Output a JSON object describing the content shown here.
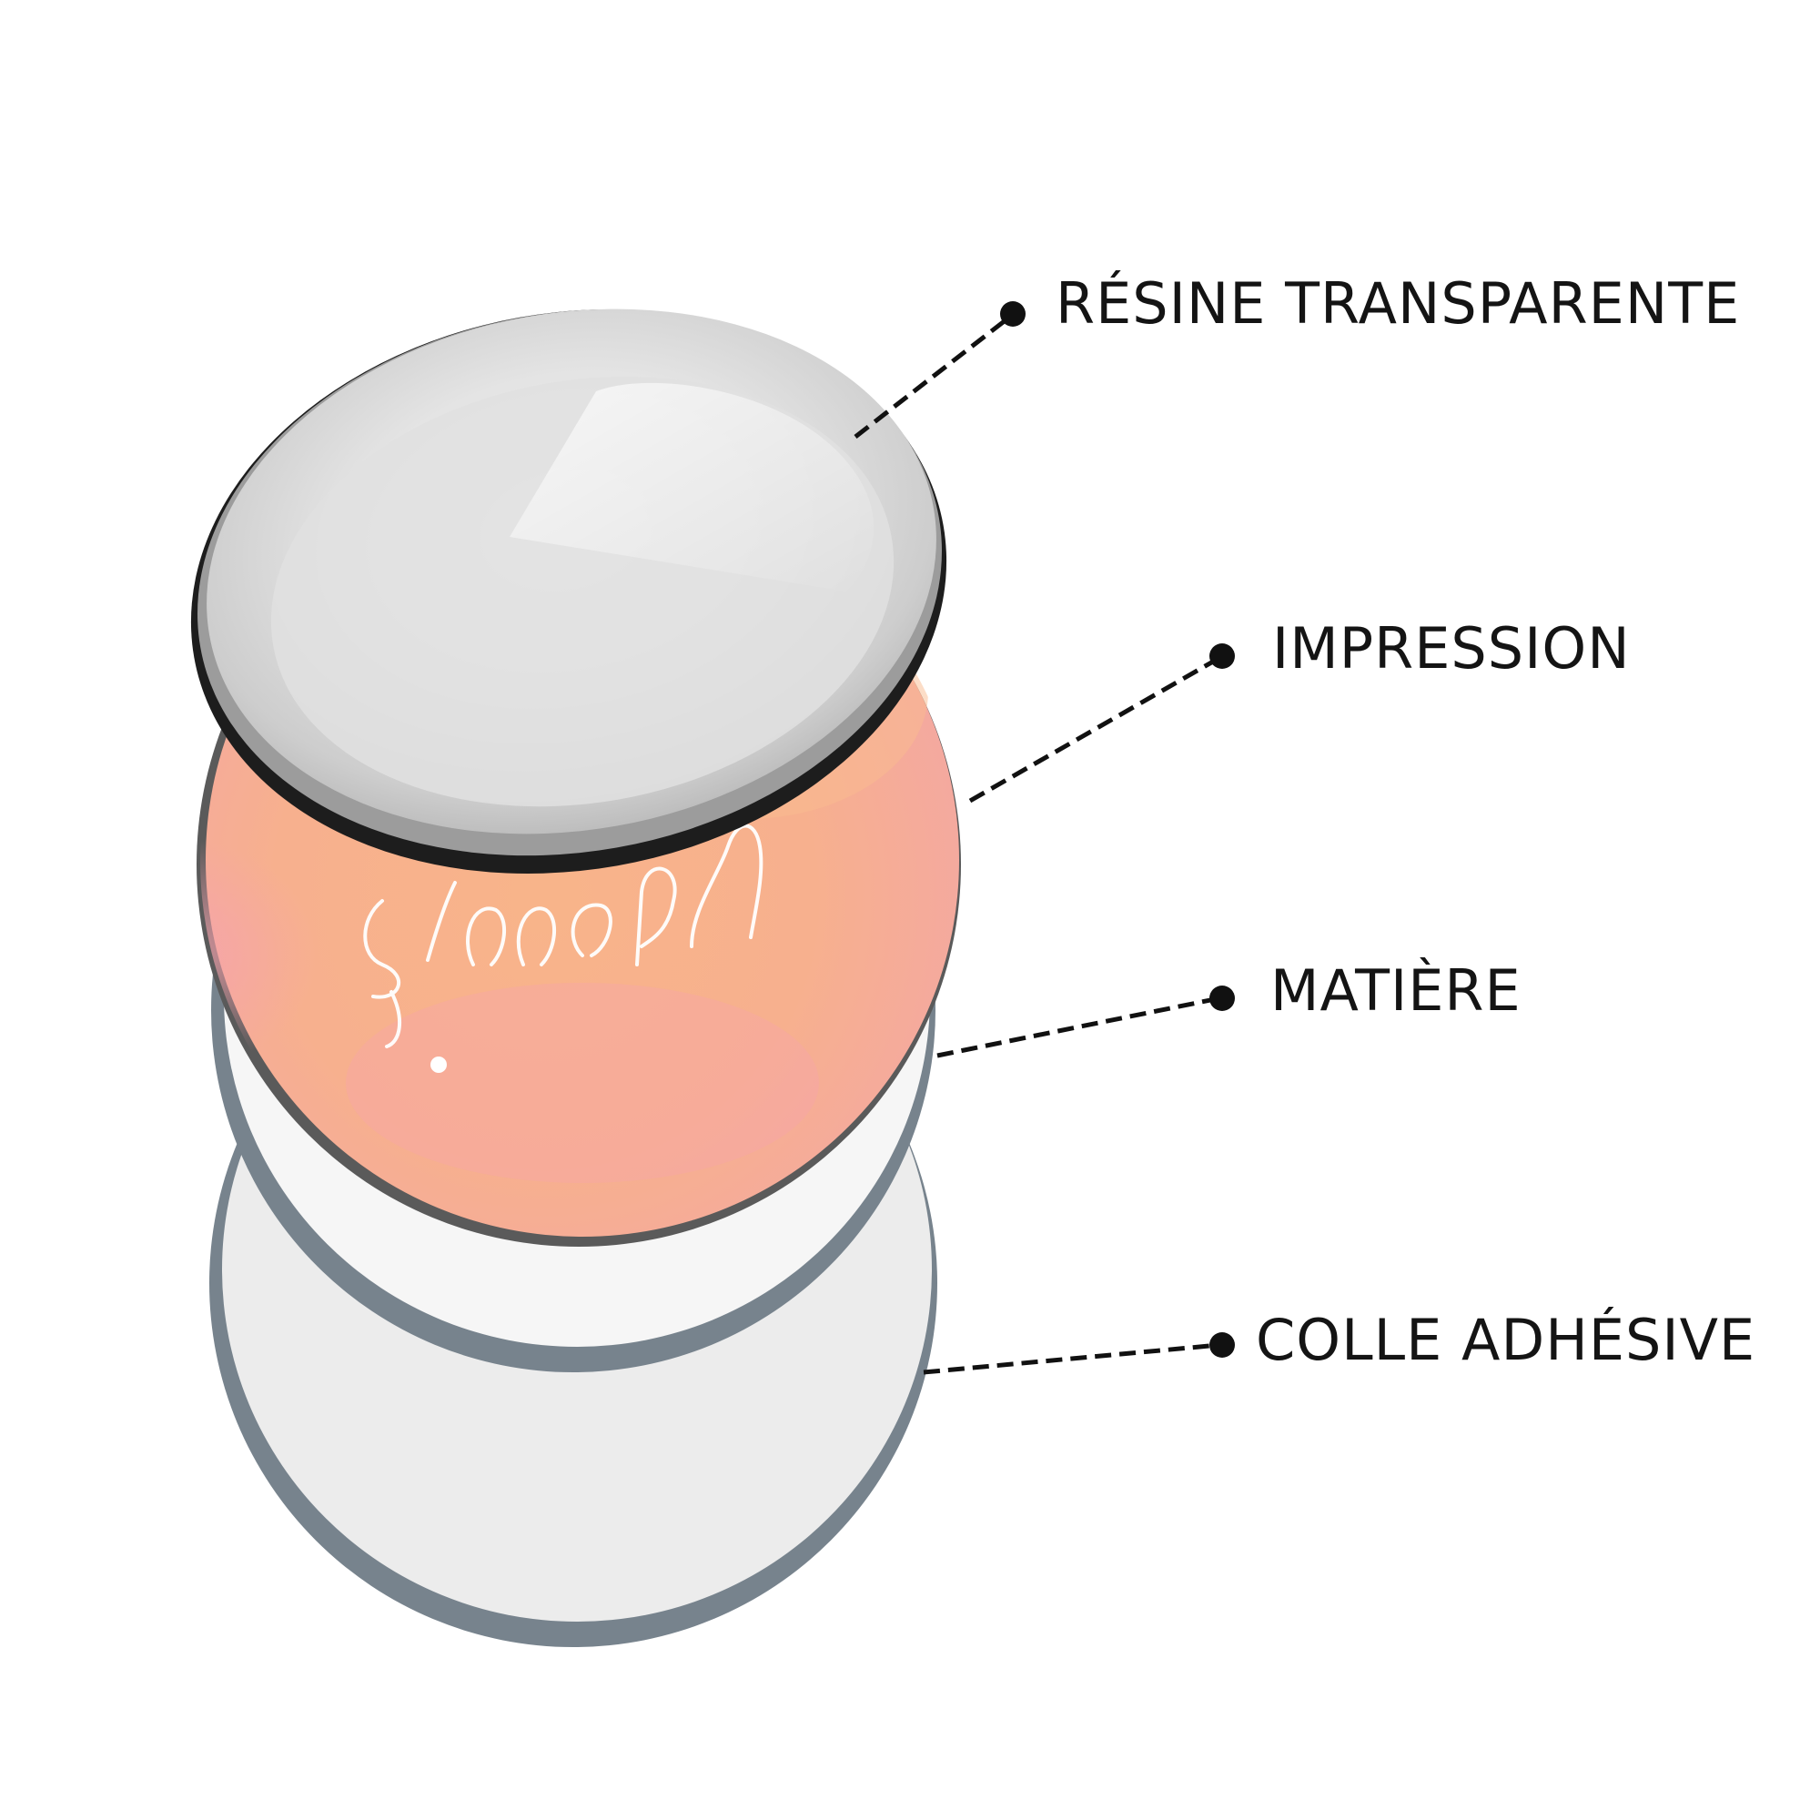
{
  "diagram": {
    "layers": [
      {
        "key": "resin",
        "label": "RÉSINE TRANSPARENTE"
      },
      {
        "key": "print",
        "label": "IMPRESSION"
      },
      {
        "key": "material",
        "label": "MATIÈRE"
      },
      {
        "key": "adhesive",
        "label": "COLLE ADHÉSIVE"
      }
    ],
    "colors": {
      "text": "#141414",
      "leader_line": "#111111",
      "disc_edge": "#77838d",
      "adhesive_face": "#ececec",
      "material_face": "#f6f6f6",
      "print_peach": "#f7b48e",
      "print_pink": "#f6a9ad",
      "print_rim": "#5a5a5a",
      "resin_face": "#dcdcdc",
      "resin_rim": "#1d1d1d"
    }
  }
}
